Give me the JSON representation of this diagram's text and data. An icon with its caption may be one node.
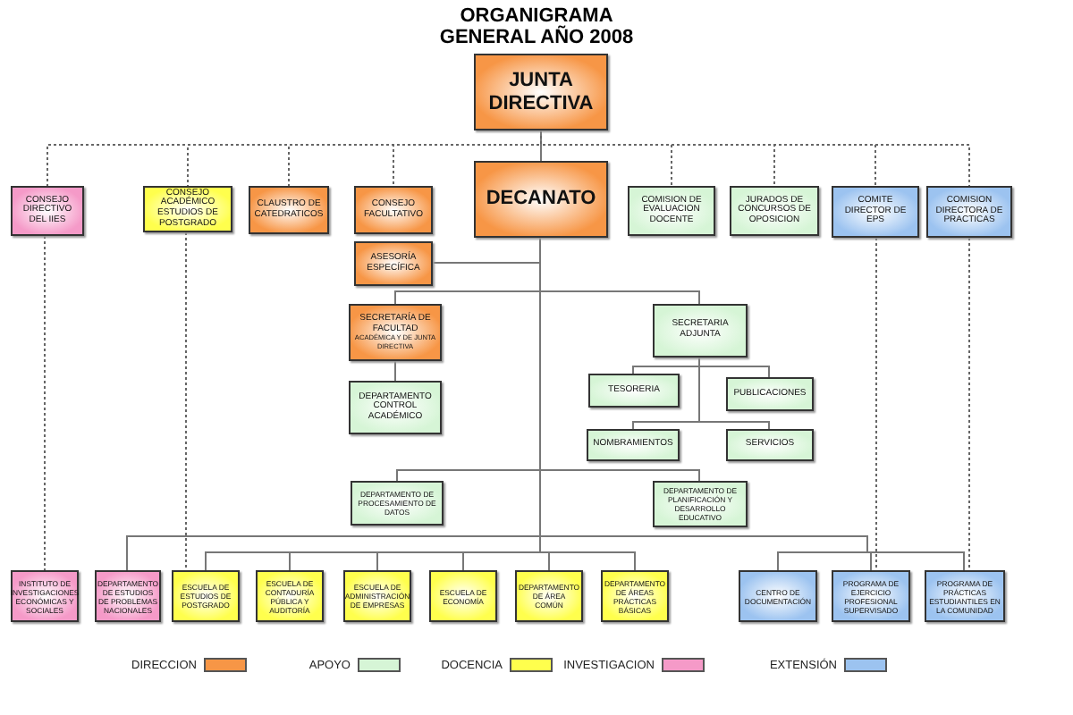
{
  "diagram": {
    "title": "ORGANIGRAMA GENERAL AÑO 2008",
    "nodes": [
      {
        "text": [
          "JUNTA DIRECTIVA"
        ]
      },
      {
        "text": [
          "DECANATO"
        ]
      },
      {
        "text": [
          "CONSEJO DIRECTIVO DEL IIES"
        ]
      },
      {
        "text": [
          "CONSEJO ACADÉMICO ESTUDIOS DE POSTGRADO"
        ]
      },
      {
        "text": [
          "CLAUSTRO DE CATEDRATICOS"
        ]
      },
      {
        "text": [
          "CONSEJO FACULTATIVO"
        ]
      },
      {
        "text": [
          "COMISION DE EVALUACION DOCENTE"
        ]
      },
      {
        "text": [
          "JURADOS DE CONCURSOS DE OPOSICION"
        ]
      },
      {
        "text": [
          "COMITE DIRECTOR DE EPS"
        ]
      },
      {
        "text": [
          "COMISION DIRECTORA DE PRACTICAS"
        ]
      },
      {
        "text": [
          "ASESORÍA ESPECÍFICA"
        ]
      },
      {
        "text": [
          "SECRETARÍA DE FACULTAD",
          "ACADÉMICA Y DE JUNTA DIRECTIVA"
        ]
      },
      {
        "text": [
          "DEPARTAMENTO CONTROL ACADÉMICO"
        ]
      },
      {
        "text": [
          "SECRETARIA ADJUNTA"
        ]
      },
      {
        "text": [
          "TESORERIA"
        ]
      },
      {
        "text": [
          "PUBLICACIONES"
        ]
      },
      {
        "text": [
          "NOMBRAMIENTOS"
        ]
      },
      {
        "text": [
          "SERVICIOS"
        ]
      },
      {
        "text": [
          "DEPARTAMENTO DE PROCESAMIENTO DE DATOS"
        ]
      },
      {
        "text": [
          "DEPARTAMENTO DE PLANIFICACIÓN Y DESARROLLO EDUCATIVO"
        ]
      },
      {
        "text": [
          "INSTITUTO DE INVESTIGACIONES ECONÓMICAS Y SOCIALES"
        ]
      },
      {
        "text": [
          "DEPARTAMENTO DE ESTUDIOS DE PROBLEMAS NACIONALES"
        ]
      },
      {
        "text": [
          "ESCUELA DE ESTUDIOS DE POSTGRADO"
        ]
      },
      {
        "text": [
          "ESCUELA DE CONTADURÍA PÚBLICA Y AUDITORÍA"
        ]
      },
      {
        "text": [
          "ESCUELA DE ADMINISTRACIÓN DE EMPRESAS"
        ]
      },
      {
        "text": [
          "ESCUELA DE ECONOMÍA"
        ]
      },
      {
        "text": [
          "DEPARTAMENTO DE ÁREA COMÚN"
        ]
      },
      {
        "text": [
          "DEPARTAMENTO DE ÁREAS PRÁCTICAS BÁSICAS"
        ]
      },
      {
        "text": [
          "CENTRO DE DOCUMENTACIÓN"
        ]
      },
      {
        "text": [
          "PROGRAMA DE EJERCICIO PROFESIONAL SUPERVISADO"
        ]
      },
      {
        "text": [
          "PROGRAMA DE PRÁCTICAS ESTUDIANTILES EN LA COMUNIDAD"
        ]
      }
    ],
    "edges": [
      {
        "from": 0,
        "to": 1,
        "arrow": "none"
      },
      {
        "from": 0,
        "to": 2,
        "arrow": "none",
        "style": "dashed"
      },
      {
        "from": 0,
        "to": 3,
        "arrow": "none",
        "style": "dashed"
      },
      {
        "from": 0,
        "to": 4,
        "arrow": "none",
        "style": "dashed"
      },
      {
        "from": 0,
        "to": 5,
        "arrow": "none",
        "style": "dashed"
      },
      {
        "from": 0,
        "to": 6,
        "arrow": "none",
        "style": "dashed"
      },
      {
        "from": 0,
        "to": 7,
        "arrow": "none",
        "style": "dashed"
      },
      {
        "from": 0,
        "to": 8,
        "arrow": "none",
        "style": "dashed"
      },
      {
        "from": 0,
        "to": 9,
        "arrow": "none",
        "style": "dashed"
      },
      {
        "from": 1,
        "to": 10,
        "arrow": "none"
      },
      {
        "from": 1,
        "to": 11,
        "arrow": "none"
      },
      {
        "from": 1,
        "to": 13,
        "arrow": "none"
      },
      {
        "from": 11,
        "to": 12,
        "arrow": "none"
      },
      {
        "from": 13,
        "to": 14,
        "arrow": "none"
      },
      {
        "from": 13,
        "to": 15,
        "arrow": "none"
      },
      {
        "from": 13,
        "to": 16,
        "arrow": "none"
      },
      {
        "from": 13,
        "to": 17,
        "arrow": "none"
      },
      {
        "from": 1,
        "to": 18,
        "arrow": "none"
      },
      {
        "from": 1,
        "to": 19,
        "arrow": "none"
      },
      {
        "from": 1,
        "to": 21,
        "arrow": "none"
      },
      {
        "from": 1,
        "to": 22,
        "arrow": "none"
      },
      {
        "from": 1,
        "to": 23,
        "arrow": "none"
      },
      {
        "from": 1,
        "to": 24,
        "arrow": "none"
      },
      {
        "from": 1,
        "to": 25,
        "arrow": "none"
      },
      {
        "from": 1,
        "to": 26,
        "arrow": "none"
      },
      {
        "from": 1,
        "to": 27,
        "arrow": "none"
      },
      {
        "from": 1,
        "to": 28,
        "arrow": "none"
      },
      {
        "from": 1,
        "to": 29,
        "arrow": "none"
      },
      {
        "from": 1,
        "to": 30,
        "arrow": "none"
      },
      {
        "from": 2,
        "to": 20,
        "arrow": "none",
        "style": "dashed"
      },
      {
        "from": 3,
        "to": 22,
        "arrow": "none",
        "style": "dashed"
      },
      {
        "from": 8,
        "to": 29,
        "arrow": "none",
        "style": "dashed"
      },
      {
        "from": 9,
        "to": 30,
        "arrow": "none",
        "style": "dashed"
      }
    ],
    "legend": [
      {
        "text": "DIRECCION",
        "color": "#f79646"
      },
      {
        "text": "APOYO",
        "color": "#d6f5d6"
      },
      {
        "text": "DOCENCIA",
        "color": "#ffff4d"
      },
      {
        "text": "INVESTIGACION",
        "color": "#f59ac8"
      },
      {
        "text": "EXTENSIÓN",
        "color": "#9cc3f0"
      }
    ]
  }
}
